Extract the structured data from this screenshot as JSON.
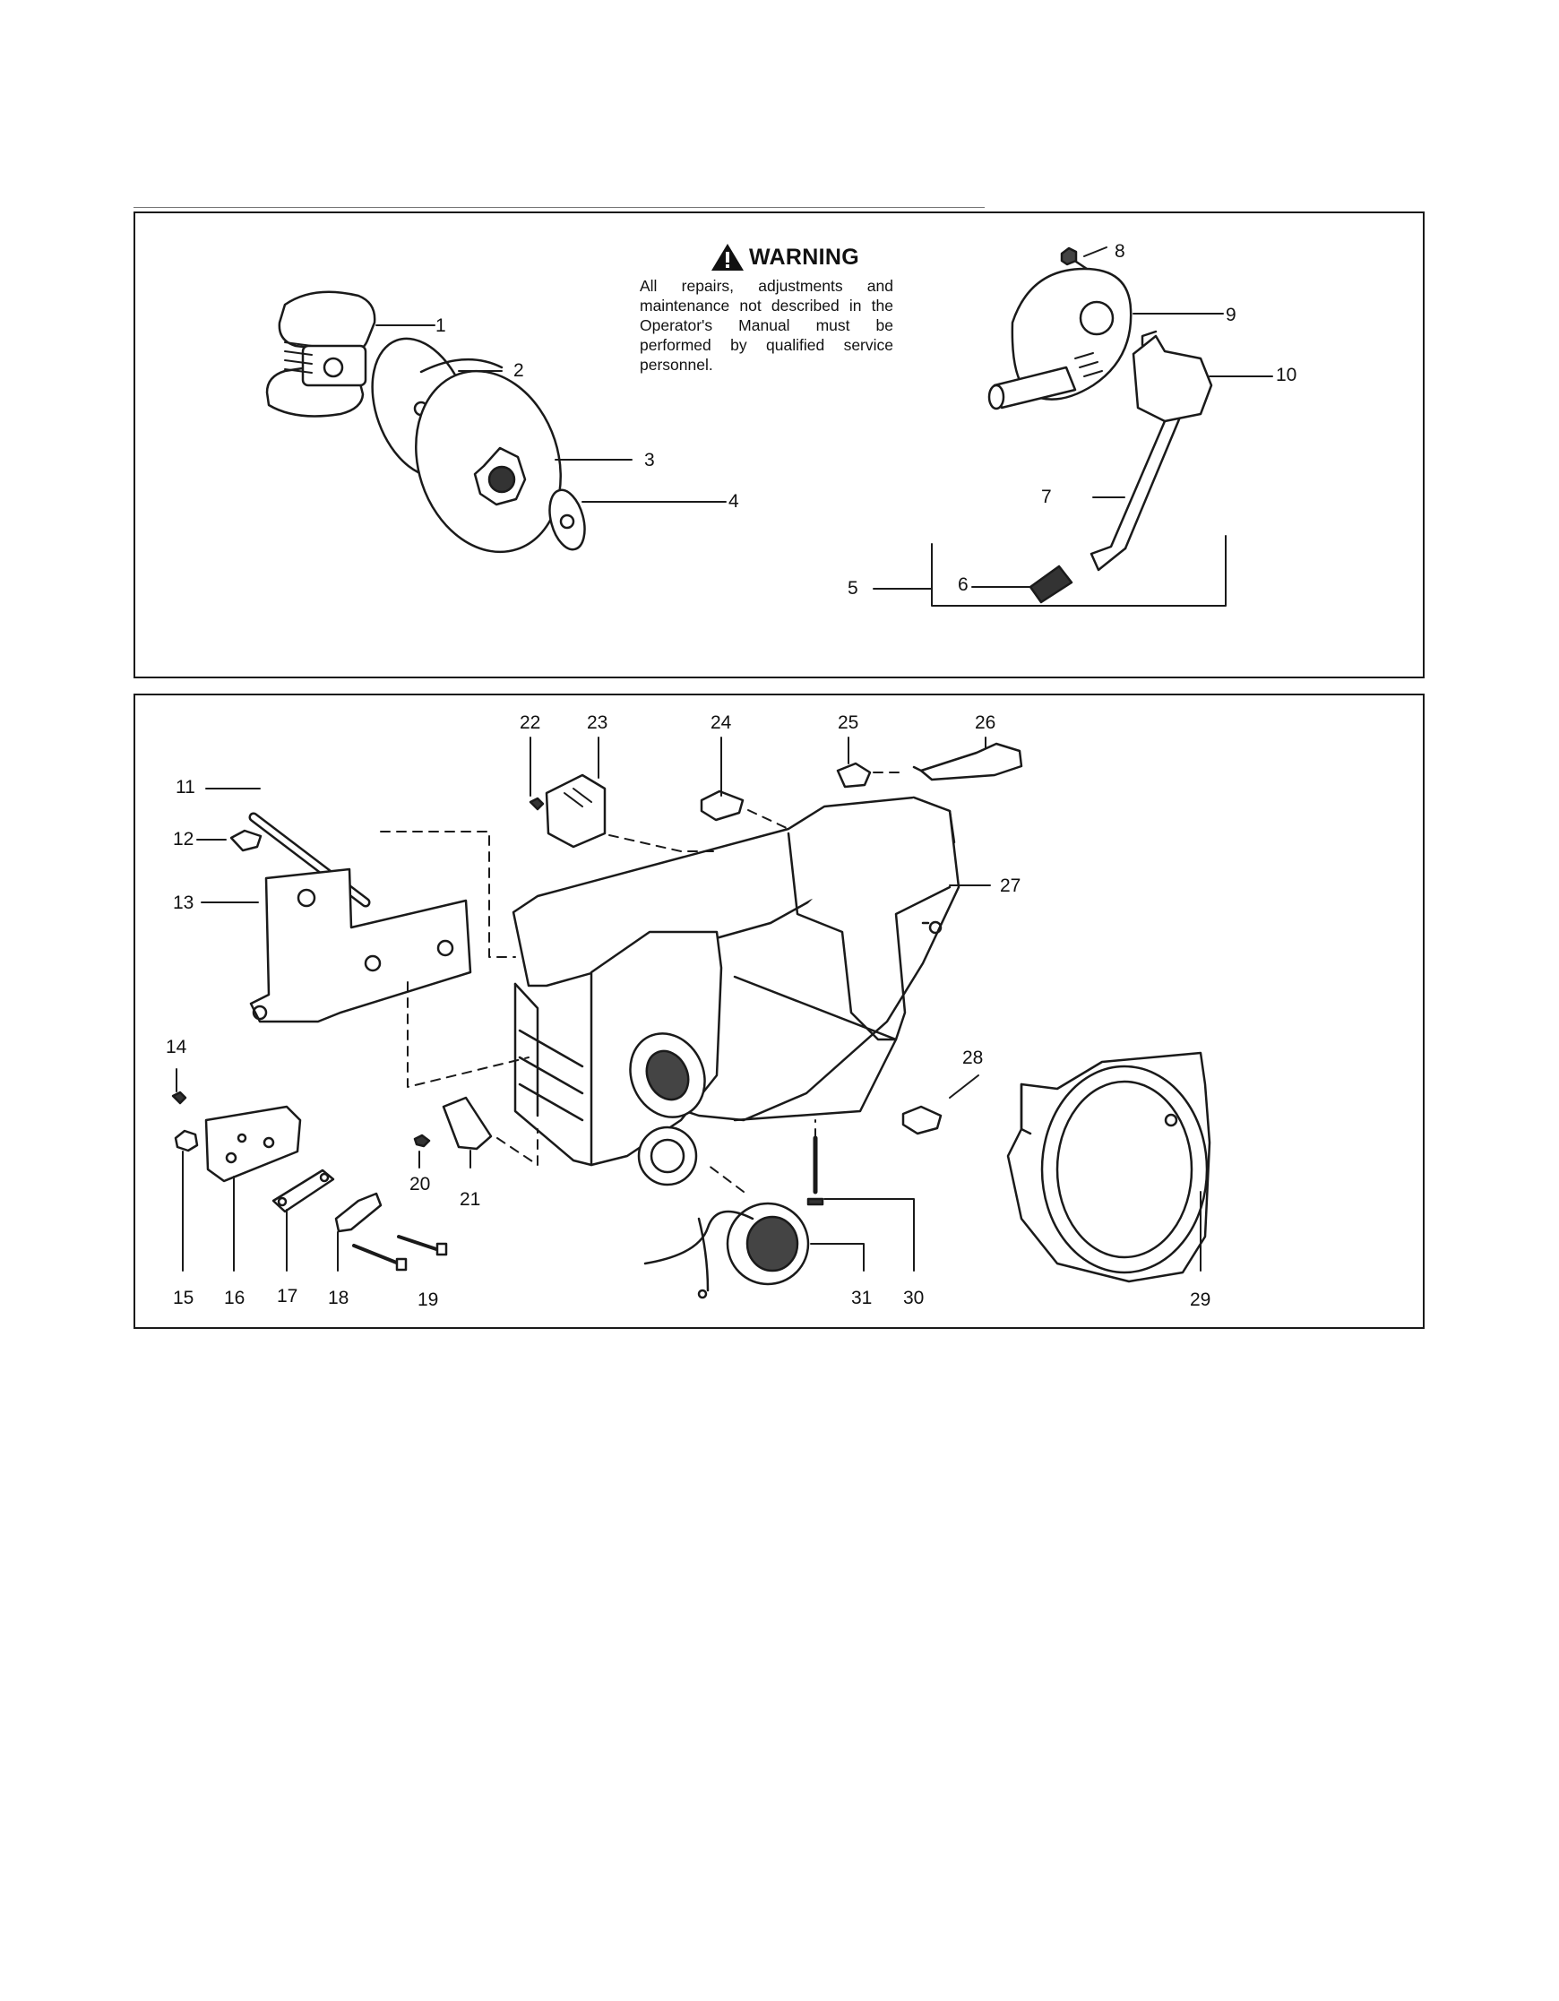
{
  "warning": {
    "title": "WARNING",
    "text": "All repairs, adjustments and maintenance not described in the Operator's Manual must be performed by qualified service personnel."
  },
  "callouts": {
    "c1": "1",
    "c2": "2",
    "c3": "3",
    "c4": "4",
    "c5": "5",
    "c6": "6",
    "c7": "7",
    "c8": "8",
    "c9": "9",
    "c10": "10",
    "c11": "11",
    "c12": "12",
    "c13": "13",
    "c14": "14",
    "c15": "15",
    "c16": "16",
    "c17": "17",
    "c18": "18",
    "c19": "19",
    "c20": "20",
    "c21": "21",
    "c22": "22",
    "c23": "23",
    "c24": "24",
    "c25": "25",
    "c26": "26",
    "c27": "27",
    "c28": "28",
    "c29": "29",
    "c30": "30",
    "c31": "31"
  },
  "icons": {
    "warning": "warning-triangle-icon"
  }
}
